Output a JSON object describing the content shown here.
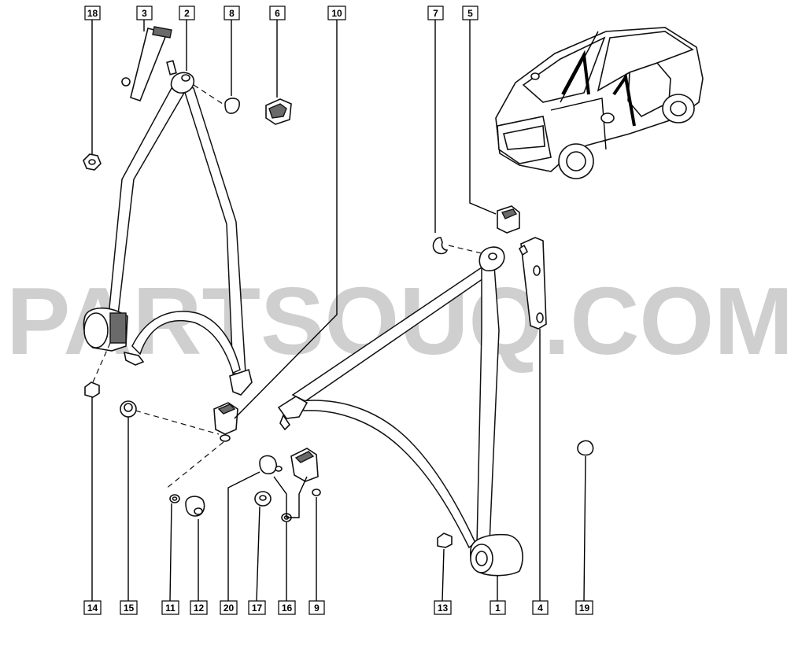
{
  "watermark": "PARTSOUQ.COM",
  "callouts": {
    "c1": "1",
    "c2": "2",
    "c3": "3",
    "c4": "4",
    "c5": "5",
    "c6": "6",
    "c7": "7",
    "c8": "8",
    "c9": "9",
    "c10": "10",
    "c11": "11",
    "c12": "12",
    "c13": "13",
    "c14": "14",
    "c15": "15",
    "c16": "16",
    "c17": "17",
    "c18": "18",
    "c19": "19",
    "c20": "20"
  }
}
